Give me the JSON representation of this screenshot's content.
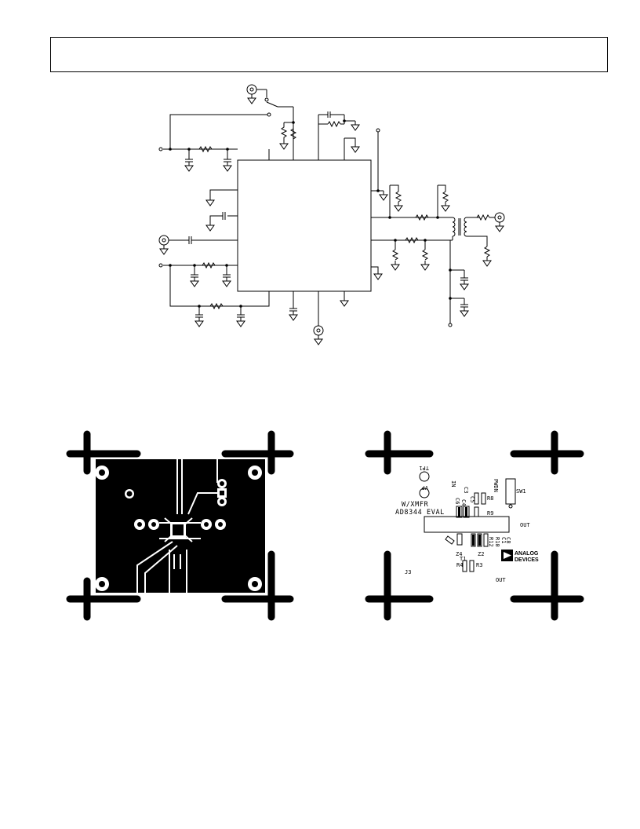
{
  "silkscreen": {
    "board_name": "AD8344 EVAL",
    "board_variant": "W/XMFR",
    "tp1": "TP1",
    "vp": "VP",
    "in": "IN",
    "pwdn": "PWDN",
    "sw1": "SW1",
    "out_top": "OUT",
    "out_bottom": "OUT",
    "j3": "J3",
    "c3": "C3",
    "c5": "C5",
    "c4": "C4",
    "c6": "C6",
    "r8": "R8",
    "r9": "R9",
    "r12": "R12",
    "r10": "R10",
    "c1": "C1",
    "c8": "C8",
    "z4": "Z4",
    "z2": "Z2",
    "t1": "T1",
    "r4": "R4",
    "r3": "R3",
    "logo_line1": "ANALOG",
    "logo_line2": "DEVICES"
  }
}
